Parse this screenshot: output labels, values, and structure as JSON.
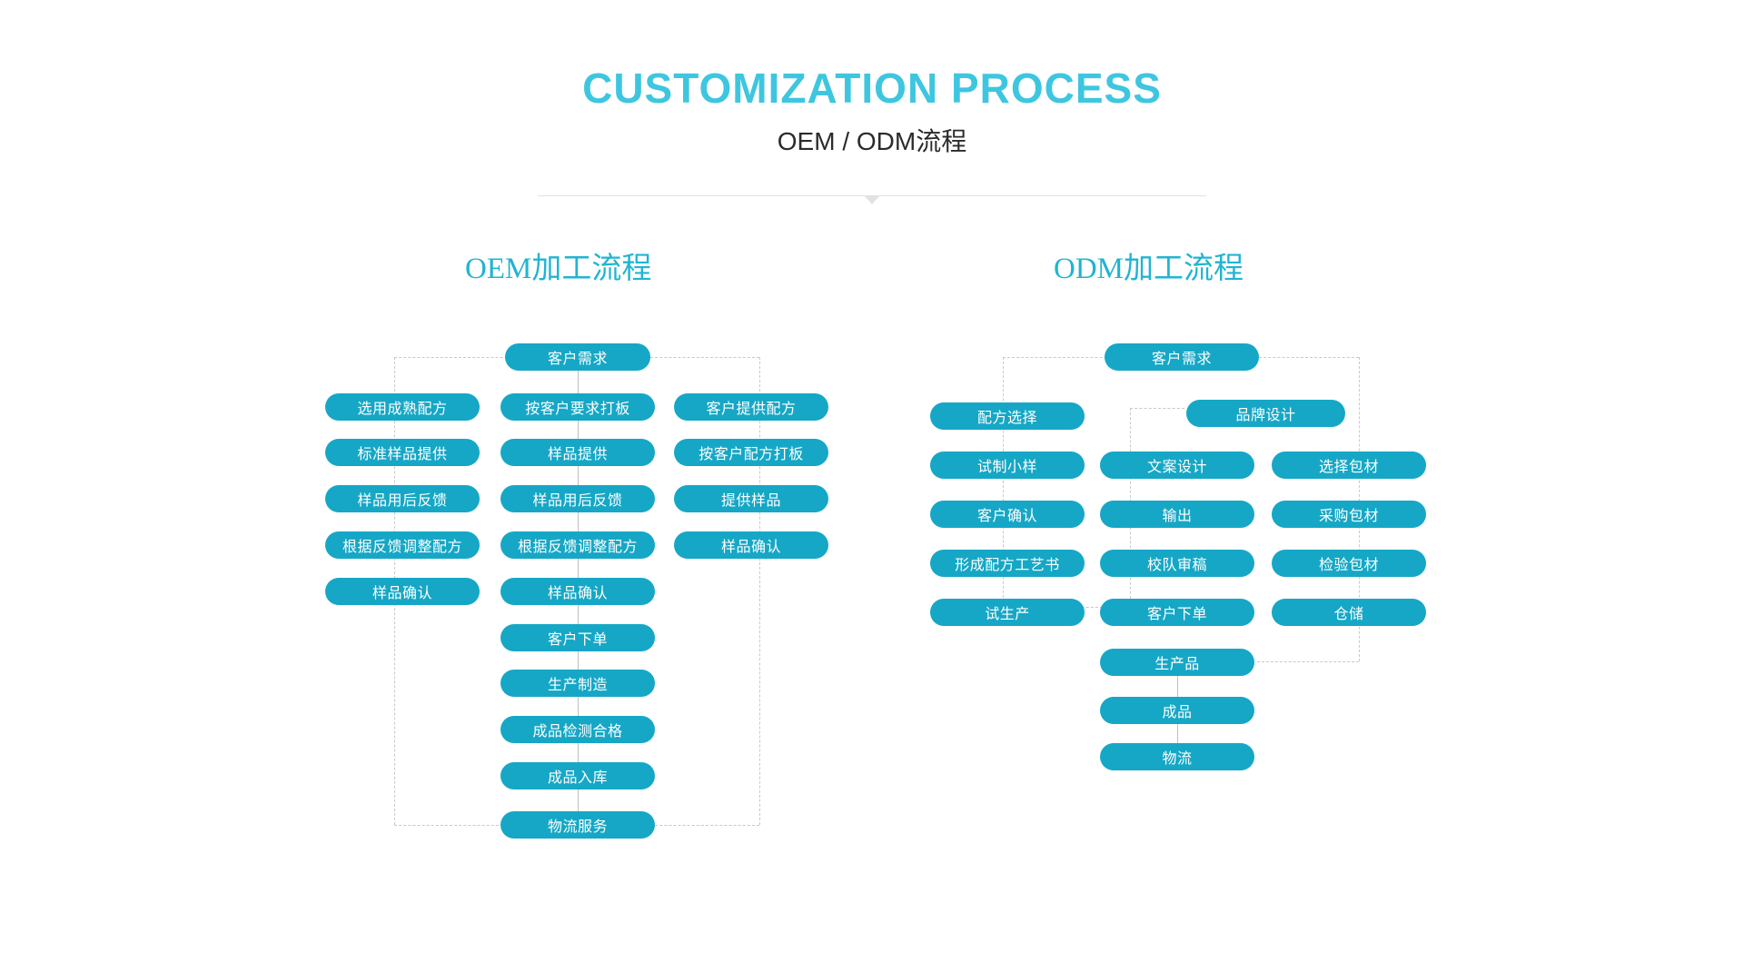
{
  "header": {
    "title_en": "CUSTOMIZATION PROCESS",
    "title_cn": "OEM / ODM流程",
    "accent_color": "#3ec6e0",
    "pill_color": "#16a7c6",
    "connector_color": "#c9c9c9"
  },
  "sections": [
    {
      "id": "oem",
      "title": "OEM加工流程"
    },
    {
      "id": "odm",
      "title": "ODM加工流程"
    }
  ],
  "oem": {
    "root": "客户需求",
    "left_column": [
      "选用成熟配方",
      "标准样品提供",
      "样品用后反馈",
      "根据反馈调整配方",
      "样品确认"
    ],
    "middle_column": [
      "按客户要求打板",
      "样品提供",
      "样品用后反馈",
      "根据反馈调整配方",
      "样品确认",
      "客户下单",
      "生产制造",
      "成品检测合格",
      "成品入库",
      "物流服务"
    ],
    "right_column": [
      "客户提供配方",
      "按客户配方打板",
      "提供样品",
      "样品确认"
    ]
  },
  "odm": {
    "root": "客户需求",
    "left_column": [
      "配方选择",
      "试制小样",
      "客户确认",
      "形成配方工艺书",
      "试生产"
    ],
    "middle_column": [
      "品牌设计",
      "文案设计",
      "输出",
      "校队审稿",
      "客户下单",
      "生产品",
      "成品",
      "物流"
    ],
    "right_column": [
      "选择包材",
      "采购包材",
      "检验包材",
      "仓储"
    ]
  }
}
